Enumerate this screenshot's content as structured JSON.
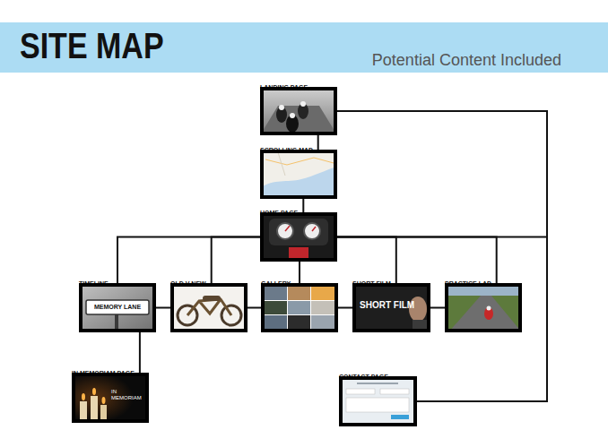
{
  "diagram": {
    "title": "SITE MAP",
    "nodes": [
      {
        "text": [
          "LANDING PAGE"
        ]
      },
      {
        "text": [
          "SCROLLING MAP"
        ]
      },
      {
        "text": [
          "HOME PAGE"
        ]
      },
      {
        "text": [
          "TIMELINE",
          "MEMORY LANE"
        ]
      },
      {
        "text": [
          "OLD V NEW"
        ]
      },
      {
        "text": [
          "GALLERY"
        ]
      },
      {
        "text": [
          "SHORT FILM",
          "SHORT FILM"
        ]
      },
      {
        "text": [
          "PRACTICE LAP"
        ]
      },
      {
        "text": [
          "IN MEMORIAM PAGE",
          "IN MEMORIAM"
        ]
      },
      {
        "text": [
          "CONTACT PAGE"
        ]
      }
    ],
    "edges": [
      {
        "from": 0,
        "to": 1,
        "arrow": "none"
      },
      {
        "from": 1,
        "to": 2,
        "arrow": "none"
      },
      {
        "from": 2,
        "to": 3,
        "arrow": "none"
      },
      {
        "from": 2,
        "to": 4,
        "arrow": "none"
      },
      {
        "from": 2,
        "to": 5,
        "arrow": "none"
      },
      {
        "from": 2,
        "to": 6,
        "arrow": "none"
      },
      {
        "from": 2,
        "to": 7,
        "arrow": "none"
      },
      {
        "from": 3,
        "to": 4,
        "arrow": "none"
      },
      {
        "from": 4,
        "to": 5,
        "arrow": "none"
      },
      {
        "from": 5,
        "to": 6,
        "arrow": "none"
      },
      {
        "from": 6,
        "to": 7,
        "arrow": "none"
      },
      {
        "from": 3,
        "to": 8,
        "arrow": "none"
      },
      {
        "from": 0,
        "to": 9,
        "arrow": "none"
      },
      {
        "from": 2,
        "to": 9,
        "arrow": "none"
      }
    ],
    "labels": [
      "Potential Content Included"
    ]
  }
}
